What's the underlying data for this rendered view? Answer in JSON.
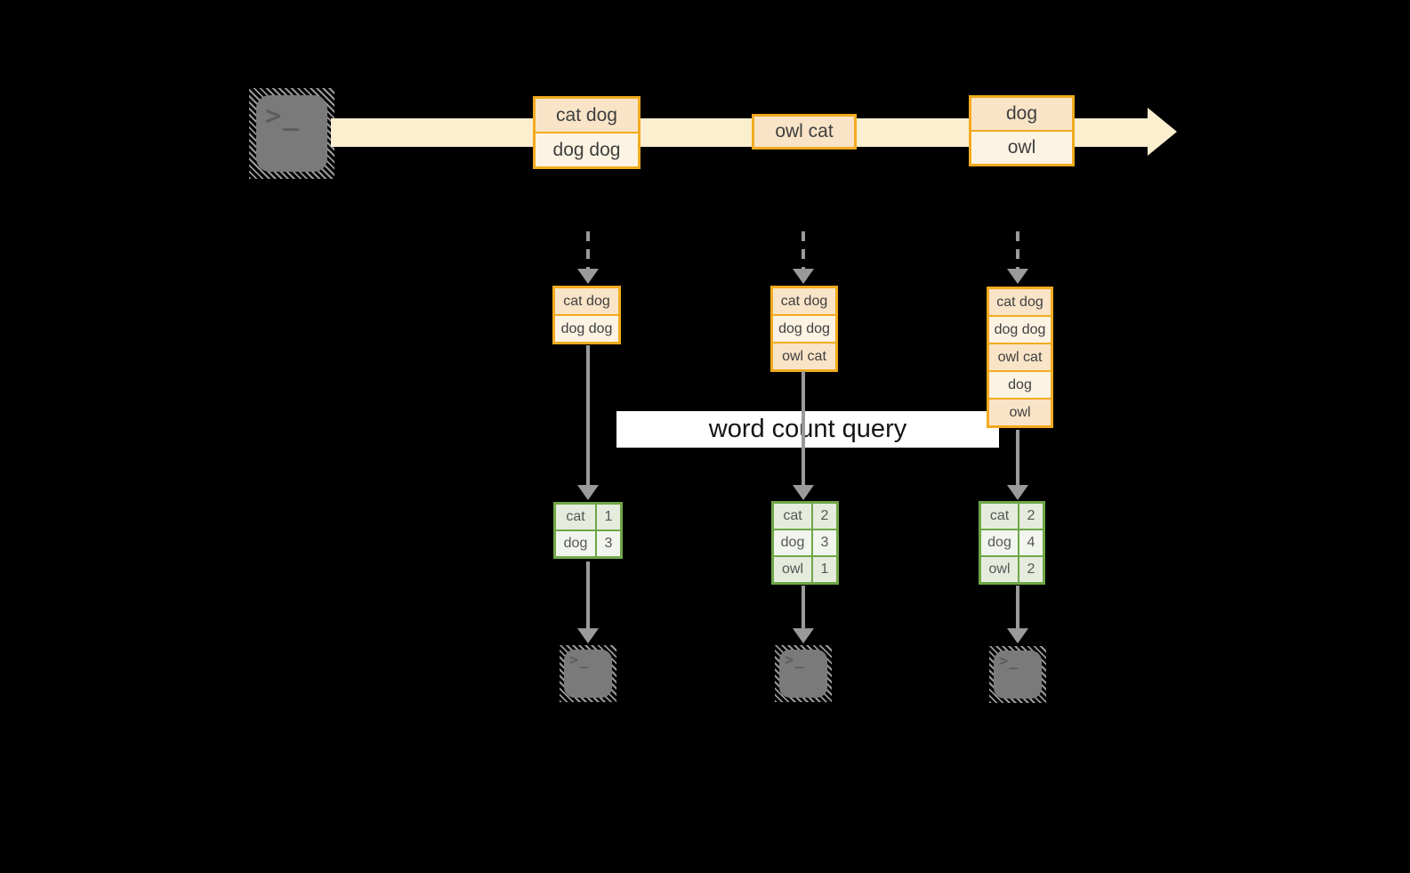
{
  "diagram": {
    "title_label": "word count query",
    "terminal_glyph": ">_",
    "colors": {
      "background": "#000000",
      "stream_fill": "#FBEFCF",
      "box_border": "#F2AB1E",
      "cell_peach": "#F9E4C8",
      "cell_cream": "#FDF3E3",
      "table_border": "#6FA647",
      "table_cell_dark": "#E5ECDE",
      "table_cell_light": "#F1F5ED",
      "arrow_gray": "#9A9A9A",
      "terminal_gray": "#7A7A7A"
    },
    "stream_messages": [
      {
        "cells": [
          "cat dog",
          "dog dog"
        ]
      },
      {
        "cells": [
          "owl cat"
        ]
      },
      {
        "cells": [
          "dog",
          "owl"
        ]
      }
    ],
    "workers": [
      {
        "buffer": [
          "cat dog",
          "dog dog"
        ],
        "counts": [
          {
            "word": "cat",
            "count": "1"
          },
          {
            "word": "dog",
            "count": "3"
          }
        ]
      },
      {
        "buffer": [
          "cat dog",
          "dog dog",
          "owl cat"
        ],
        "counts": [
          {
            "word": "cat",
            "count": "2"
          },
          {
            "word": "dog",
            "count": "3"
          },
          {
            "word": "owl",
            "count": "1"
          }
        ]
      },
      {
        "buffer": [
          "cat dog",
          "dog dog",
          "owl cat",
          "dog",
          "owl"
        ],
        "counts": [
          {
            "word": "cat",
            "count": "2"
          },
          {
            "word": "dog",
            "count": "4"
          },
          {
            "word": "owl",
            "count": "2"
          }
        ]
      }
    ]
  }
}
